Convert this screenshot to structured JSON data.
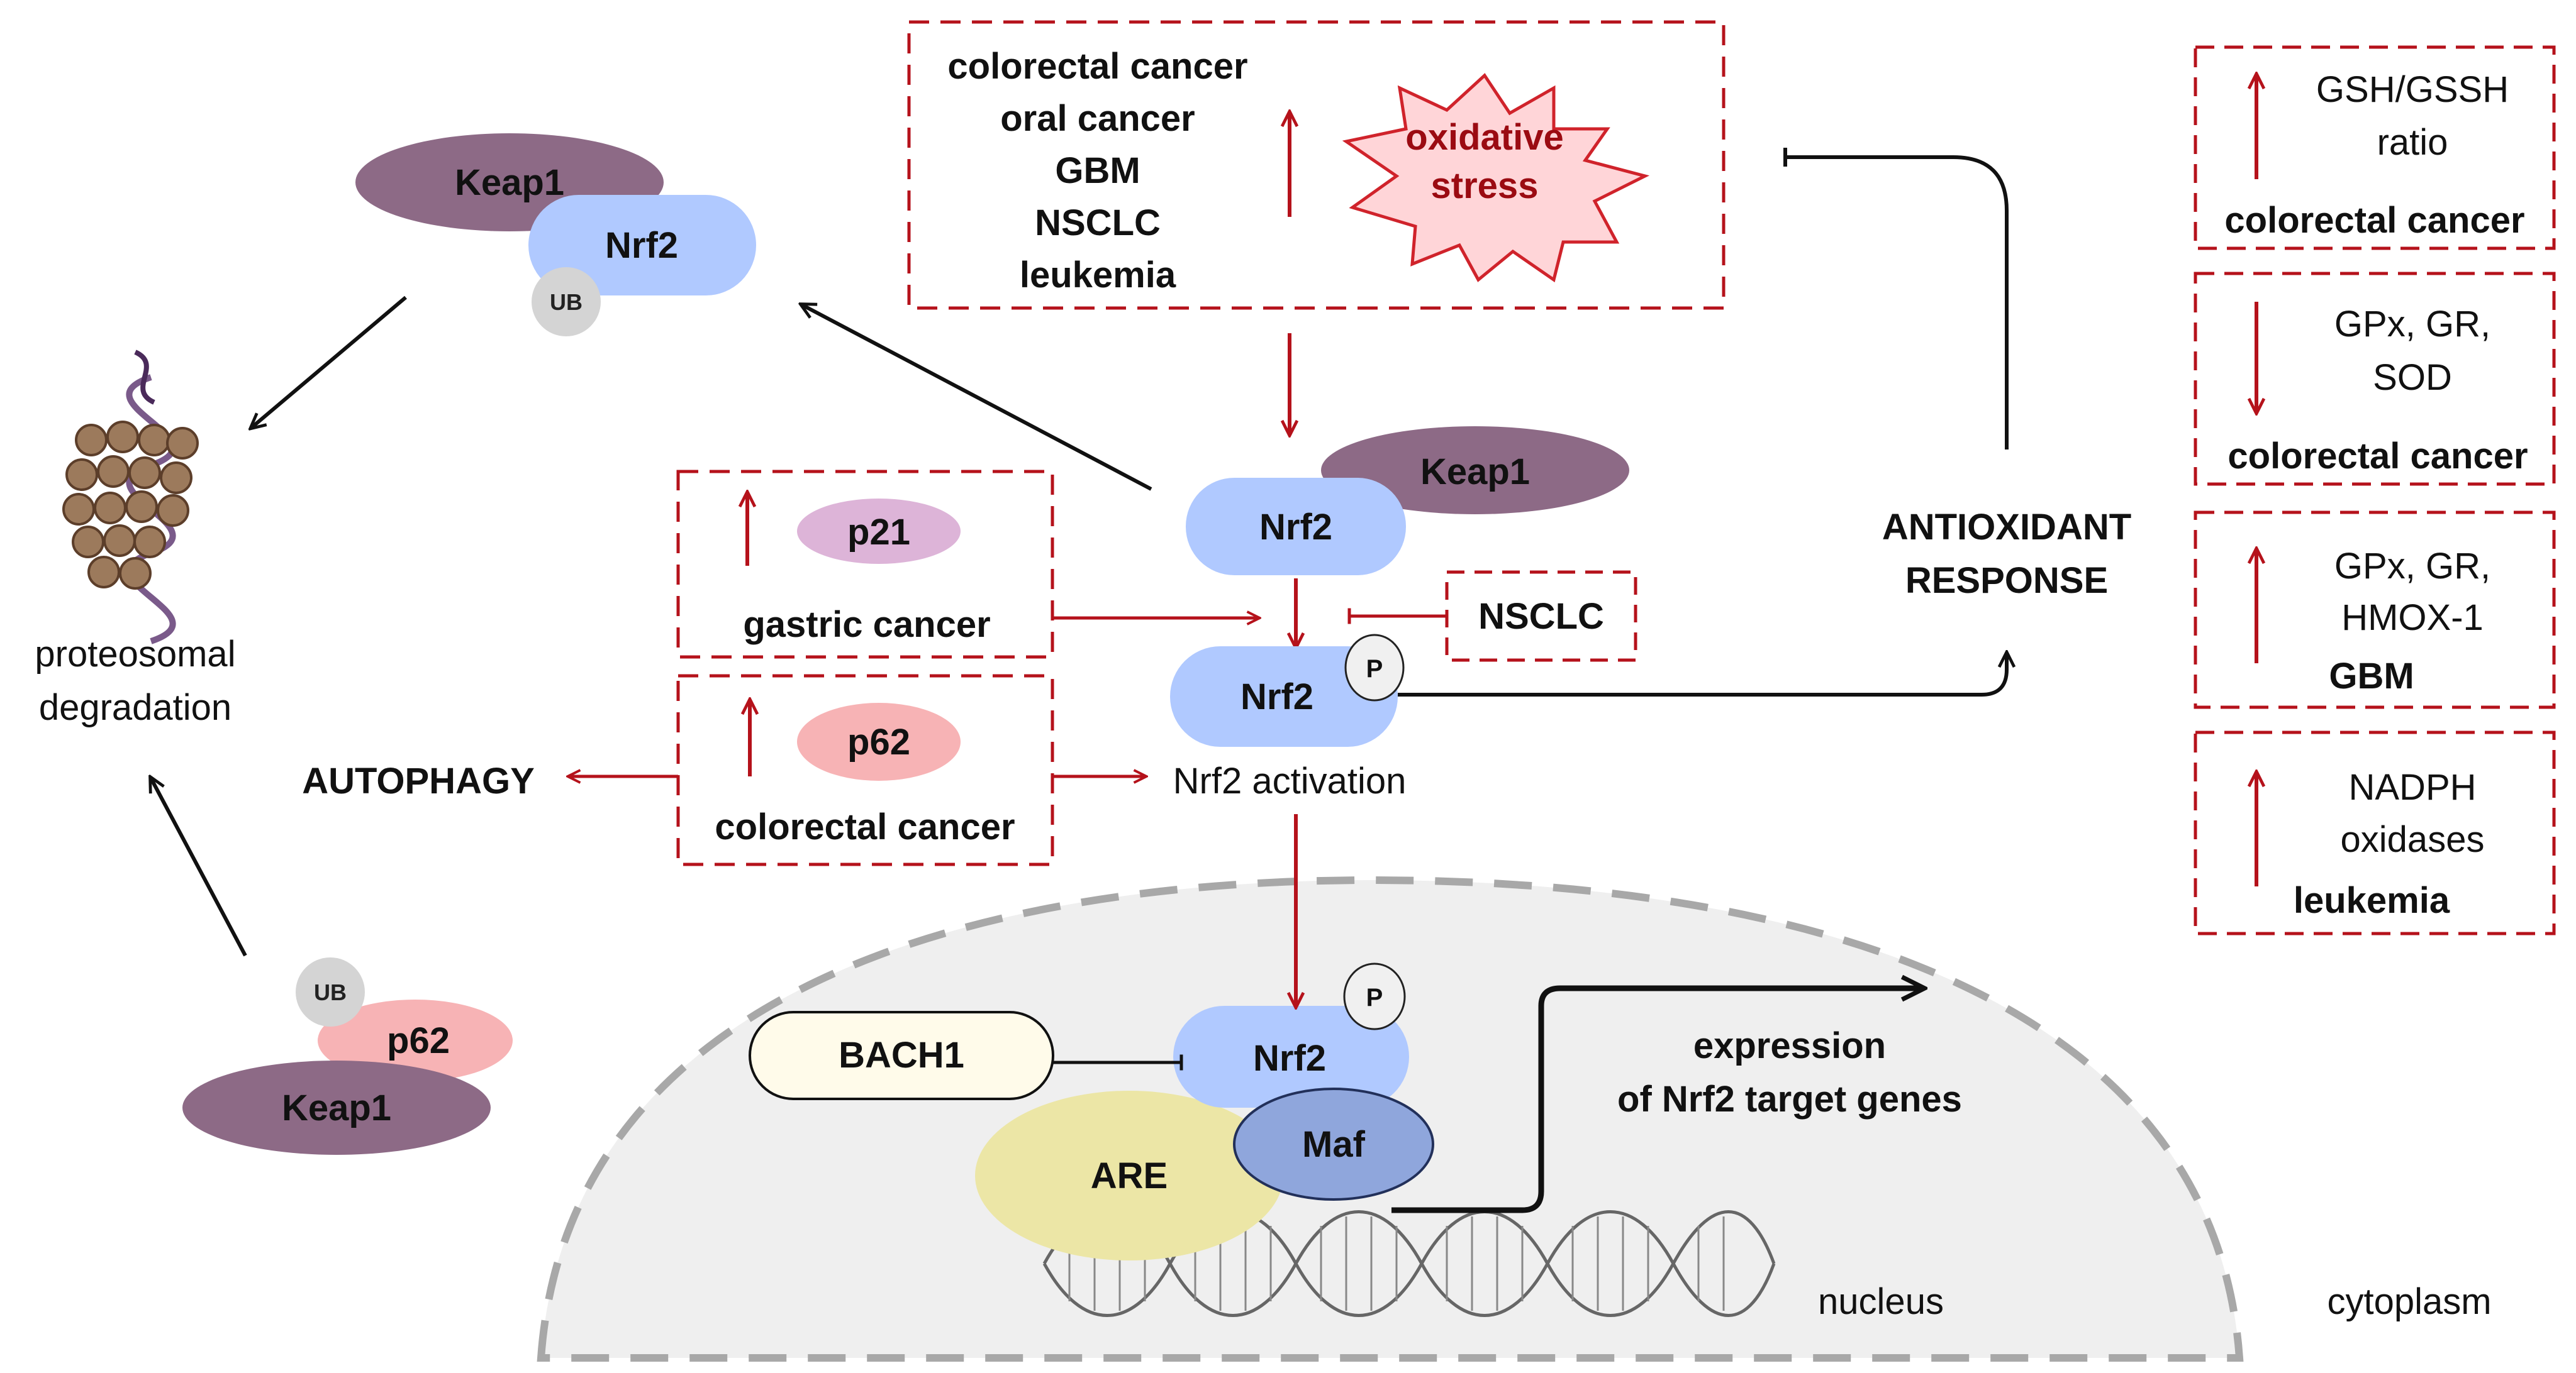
{
  "colors": {
    "red_accent": "#b5121b",
    "keap1": "#8d6a86",
    "nrf2": "#b0c9ff",
    "ub": "#d4d4d4",
    "p62": "#f7b3b5",
    "p21": "#ddb4d8",
    "oxidative_stress_fill": "#ffd5d8",
    "oxidative_stress_stroke": "#d0232b",
    "bach1": "#fffbea",
    "are": "#ece6a6",
    "maf": "#8fa6dc",
    "nucleus": "#efefef",
    "nucleus_border": "#a8a8a8"
  },
  "degraded_complex": {
    "keap1": "Keap1",
    "nrf2": "Nrf2",
    "ub": "UB"
  },
  "proteasome": {
    "label_line1": "proteosomal",
    "label_line2": "degradation"
  },
  "oxidative_box": {
    "diseases": [
      "colorectal cancer",
      "oral cancer",
      "GBM",
      "NSCLC",
      "leukemia"
    ],
    "burst_line1": "oxidative",
    "burst_line2": "stress"
  },
  "central": {
    "keap1": "Keap1",
    "nrf2": "Nrf2",
    "nrf2_p": "Nrf2",
    "p_badge": "P",
    "activation": "Nrf2 activation"
  },
  "p21_box": {
    "protein": "p21",
    "disease": "gastric cancer"
  },
  "p62_box": {
    "protein": "p62",
    "disease": "colorectal cancer"
  },
  "nsclc_box": {
    "label": "NSCLC"
  },
  "autophagy": "AUTOPHAGY",
  "p62_complex": {
    "ub": "UB",
    "p62": "p62",
    "keap1": "Keap1"
  },
  "antioxidant": {
    "line1": "ANTIOXIDANT",
    "line2": "RESPONSE"
  },
  "side_boxes": [
    {
      "direction": "up",
      "line1": "GSH/GSSH",
      "line2": "ratio",
      "disease": "colorectal cancer"
    },
    {
      "direction": "down",
      "line1": "GPx, GR,",
      "line2": "SOD",
      "disease": "colorectal cancer"
    },
    {
      "direction": "up",
      "line1": "GPx, GR,",
      "line2": "HMOX-1",
      "disease": "GBM"
    },
    {
      "direction": "up",
      "line1": "NADPH",
      "line2": "oxidases",
      "disease": "leukemia"
    }
  ],
  "nucleus_area": {
    "bach1": "BACH1",
    "nrf2": "Nrf2",
    "p_badge": "P",
    "are": "ARE",
    "maf": "Maf",
    "expression_line1": "expression",
    "expression_line2": "of Nrf2 target genes",
    "nucleus_label": "nucleus",
    "cytoplasm_label": "cytoplasm"
  }
}
